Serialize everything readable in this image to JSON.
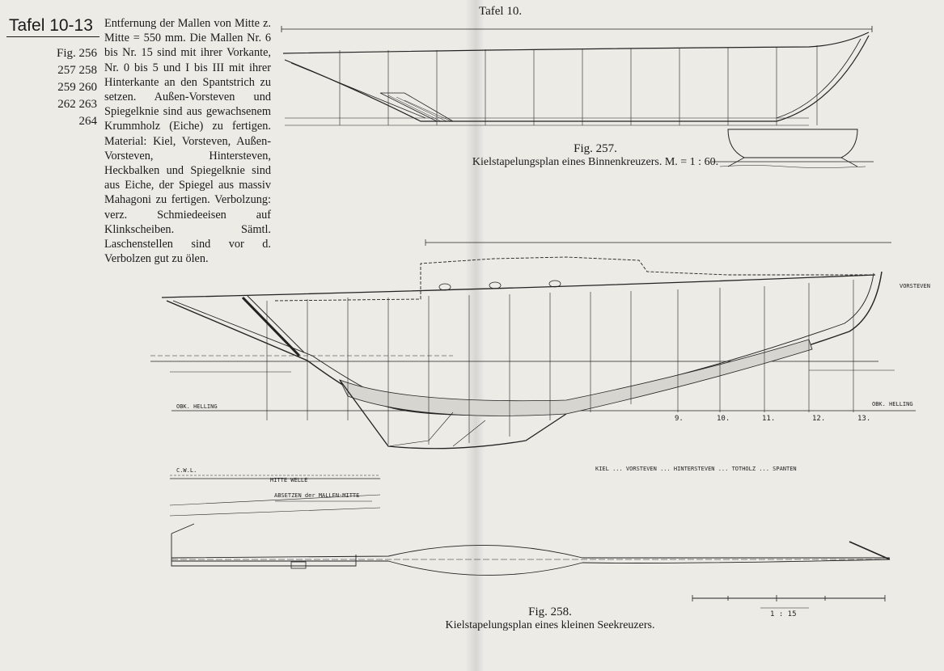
{
  "header": {
    "tafel_label": "Tafel 10-13",
    "plate_title": "Tafel 10."
  },
  "figures_index": [
    "Fig. 256",
    "257 258",
    "259 260",
    "262 263",
    "264"
  ],
  "description": "Entfernung der Mallen von Mitte z. Mitte = 550 mm. Die Mallen Nr. 6 bis Nr. 15 sind mit ihrer Vorkante, Nr. 0 bis 5 und I bis III mit ihrer Hinterkante an den Spantstrich zu setzen. Außen-Vorsteven und Spiegelknie sind aus gewachsenem Krummholz (Eiche) zu fertigen. Material: Kiel, Vorsteven, Außen-Vorsteven, Hintersteven, Heckbalken und Spiegelknie sind aus Eiche, der Spiegel aus massiv Mahagoni zu fertigen. Verbolzung: verz. Schmiedeeisen auf Klinkscheiben. Sämtl. Laschenstellen sind vor d. Verbolzen gut zu ölen.",
  "fig257": {
    "number": "Fig. 257.",
    "caption": "Kielstapelungsplan eines Binnenkreuzers. M. = 1 : 60."
  },
  "fig258": {
    "number": "Fig. 258.",
    "caption": "Kielstapelungsplan eines kleinen Seekreuzers.",
    "scale_label": "1 : 15",
    "frame_numbers": [
      "9.",
      "10.",
      "11.",
      "12.",
      "13."
    ],
    "labels": {
      "helling_left": "OBK. HELLING",
      "helling_right": "OBK. HELLING",
      "vorsteven": "VORSTEVEN",
      "absetzen": "ABSETZEN der MALLEN-MITTE",
      "mitte_welle": "MITTE WELLE",
      "cwl": "C.W.L.",
      "material_note": "KIEL ... VORSTEVEN ... HINTERSTEVEN ... TOTHOLZ ... SPANTEN"
    }
  }
}
